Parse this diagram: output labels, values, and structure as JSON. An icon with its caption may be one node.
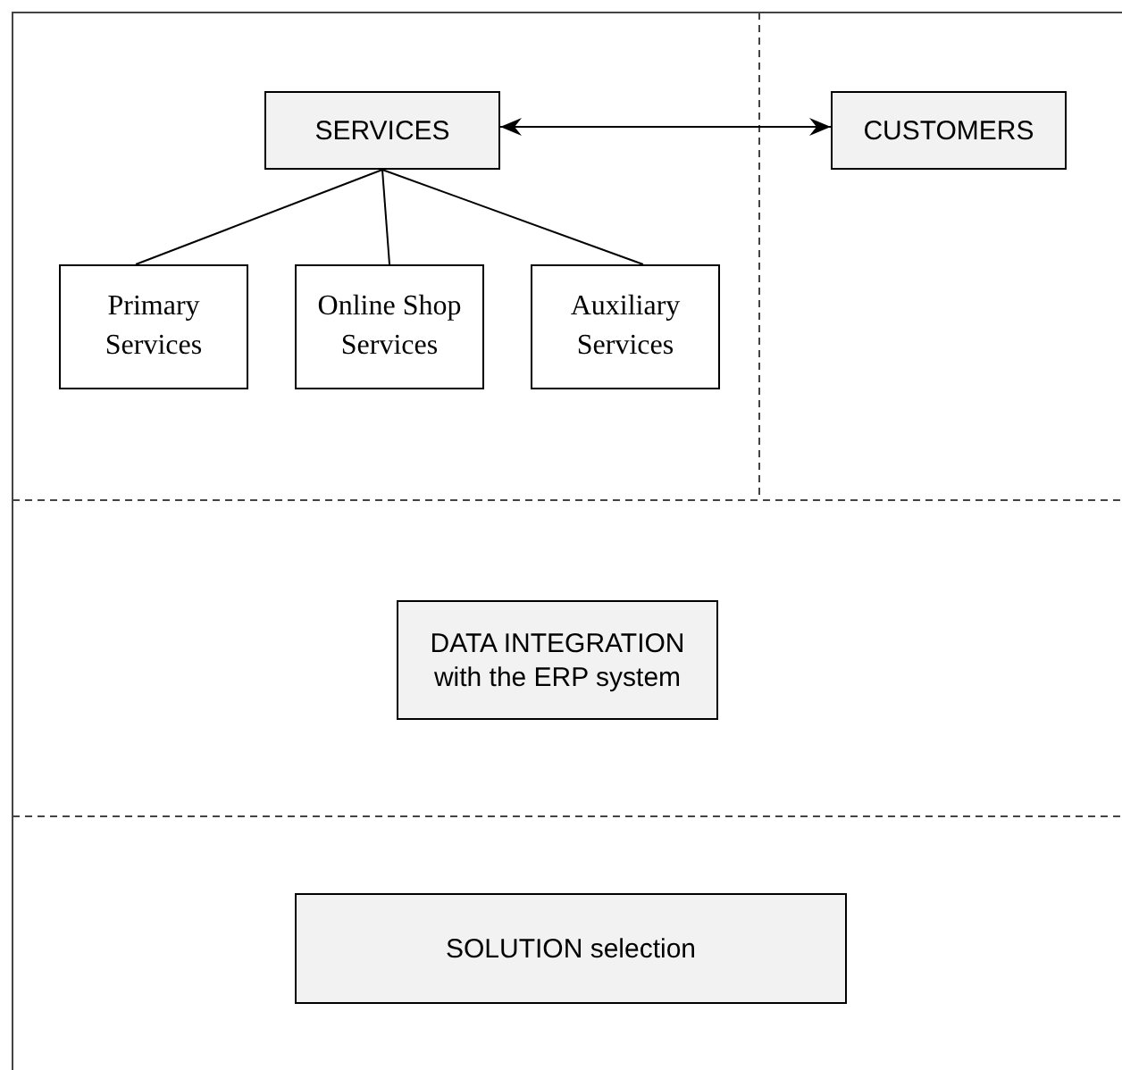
{
  "diagram": {
    "nodes": [
      {
        "text": [
          "SERVICES"
        ]
      },
      {
        "text": [
          "CUSTOMERS"
        ]
      },
      {
        "text": [
          "Primary Services"
        ]
      },
      {
        "text": [
          "Online Shop Services"
        ]
      },
      {
        "text": [
          "Auxiliary Services"
        ]
      },
      {
        "text": [
          "DATA INTEGRATION with the ERP system"
        ]
      },
      {
        "text": [
          "SOLUTION selection"
        ]
      }
    ],
    "edges": [
      {
        "from": 0,
        "to": 1,
        "arrow": "both"
      },
      {
        "from": 0,
        "to": 2,
        "arrow": "none"
      },
      {
        "from": 0,
        "to": 3,
        "arrow": "none"
      },
      {
        "from": 0,
        "to": 4,
        "arrow": "none"
      }
    ]
  }
}
